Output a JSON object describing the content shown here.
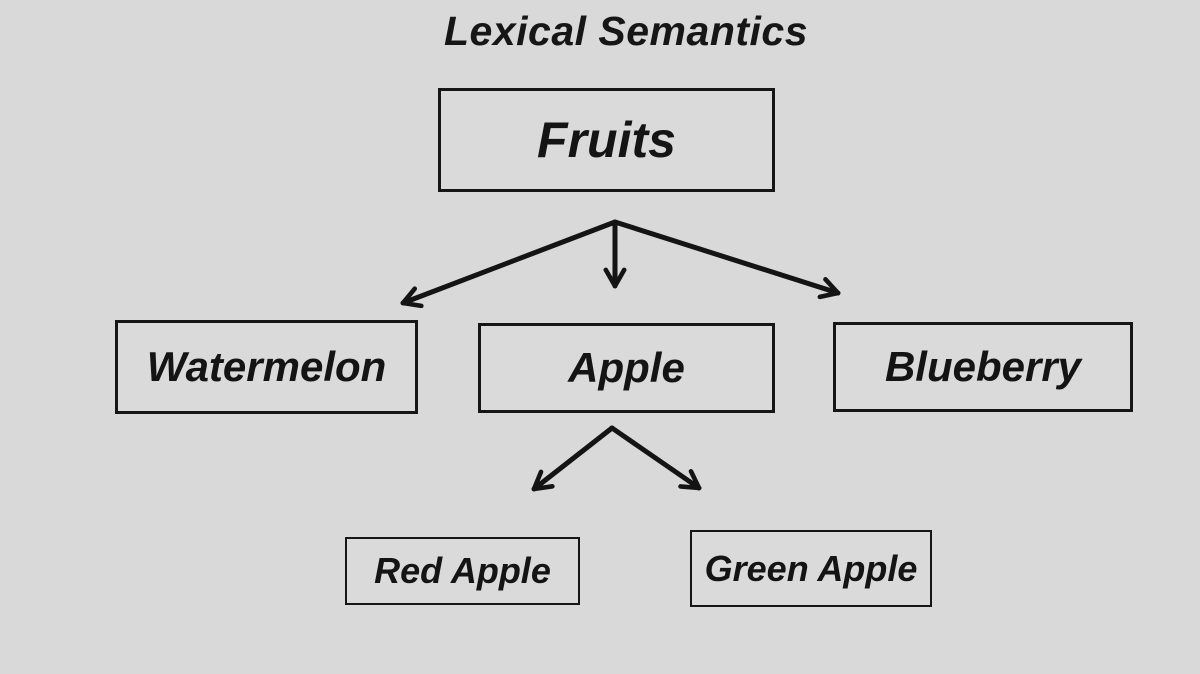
{
  "diagram": {
    "title": "Lexical Semantics",
    "type": "tree",
    "nodes": {
      "fruits": {
        "label": "Fruits",
        "level": 0
      },
      "watermelon": {
        "label": "Watermelon",
        "level": 1
      },
      "apple": {
        "label": "Apple",
        "level": 1
      },
      "blueberry": {
        "label": "Blueberry",
        "level": 1
      },
      "red_apple": {
        "label": "Red Apple",
        "level": 2
      },
      "green_apple": {
        "label": "Green Apple",
        "level": 2
      }
    },
    "edges": [
      {
        "from": "Fruits",
        "to": "Watermelon"
      },
      {
        "from": "Fruits",
        "to": "Apple"
      },
      {
        "from": "Fruits",
        "to": "Blueberry"
      },
      {
        "from": "Apple",
        "to": "Red Apple"
      },
      {
        "from": "Apple",
        "to": "Green Apple"
      }
    ],
    "colors": {
      "background": "#d9d9d9",
      "box_fill": "#dadada",
      "box_border": "#161616",
      "text": "#141414",
      "arrow": "#141414"
    }
  }
}
